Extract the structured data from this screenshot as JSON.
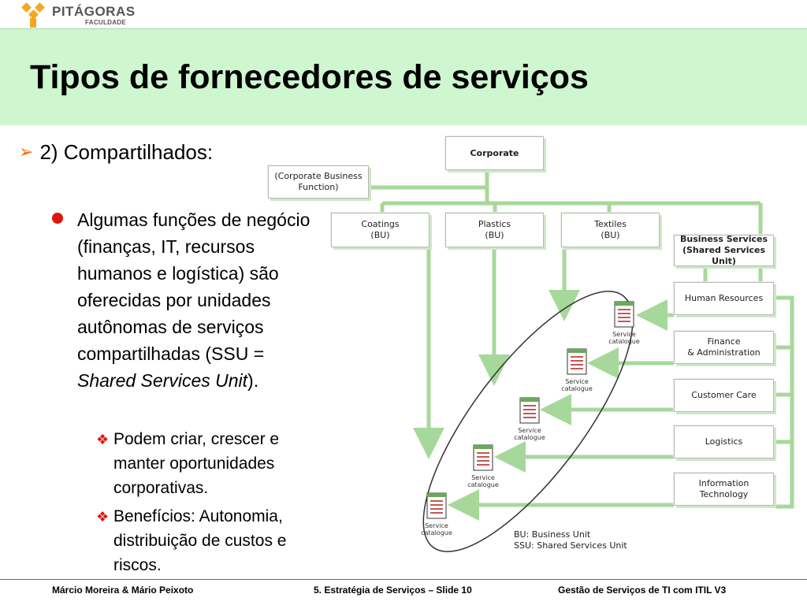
{
  "logo": {
    "name": "PITÁGORAS",
    "subtitle": "FACULDADE"
  },
  "title": "Tipos de fornecedores de serviços",
  "bullet_main": "2) Compartilhados:",
  "sub_bullet": {
    "text_before": "Algumas funções de negócio (finanças, IT, recursos humanos e logística) são oferecidas por unidades  autônomas de serviços compartilhadas (SSU = ",
    "italic": "Shared Services Unit",
    "text_after": ")."
  },
  "points": [
    "Podem criar, crescer e manter oportunidades corporativas.",
    "Benefícios: Autonomia, distribuição de custos e riscos."
  ],
  "diagram": {
    "corporate": "Corporate",
    "corporate_function": "(Corporate Business\nFunction)",
    "business_units": [
      "Coatings\n(BU)",
      "Plastics\n(BU)",
      "Textiles\n(BU)"
    ],
    "ssu_header": "Business Services\n(Shared Services Unit)",
    "ssu_units": [
      "Human Resources",
      "Finance\n& Administration",
      "Customer Care",
      "Logistics",
      "Information\nTechnology"
    ],
    "catalogue_label": "Service\ncatalogue",
    "legend": [
      "BU: Business Unit",
      "SSU: Shared Services Unit"
    ]
  },
  "footer": {
    "left": "Márcio Moreira & Mário Peixoto",
    "center": "5. Estratégia de Serviços – Slide 10",
    "right": "Gestão de Serviços de TI com ITIL V3"
  }
}
